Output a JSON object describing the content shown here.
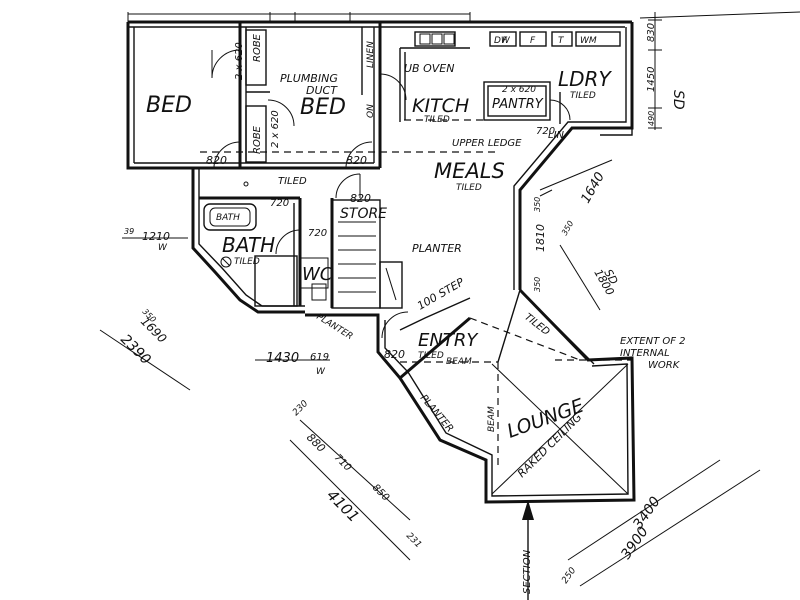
{
  "rooms": {
    "bed1": "BED",
    "bed2": "BED",
    "robe1": "ROBE",
    "robe2": "ROBE",
    "robe1_size": "2 x 620",
    "robe2_size": "2 x 620",
    "plumbing": "PLUMBING",
    "duct": "DUCT",
    "linen": "LINEN",
    "kitch": "KITCH",
    "kitch_floor": "TILED",
    "ub_oven": "UB OVEN",
    "pantry": "PANTRY",
    "pantry_size": "2 x 620",
    "ldry": "LDRY",
    "ldry_floor": "TILED",
    "lin": "LIN",
    "upper_ledge": "UPPER LEDGE",
    "meals": "MEALS",
    "meals_floor": "TILED",
    "hall_floor": "TILED",
    "bath": "BATH",
    "bath_floor": "TILED",
    "bath_tub": "BATH",
    "wc": "WC",
    "store": "STORE",
    "planter1": "PLANTER",
    "planter2": "PLANTER",
    "planter3": "PLANTER",
    "entry": "ENTRY",
    "entry_floor": "TILED",
    "beam": "BEAM",
    "beam2": "BEAM",
    "tiled_diag": "TILED",
    "lounge": "LOUNGE",
    "raked_ceiling": "RAKED CEILING",
    "extent_note": "EXTENT OF 2",
    "extent_note2": "INTERNAL",
    "extent_note3": "WORK",
    "section": "SECTION",
    "step": "100 STEP",
    "wm": "WM",
    "dw": "DW",
    "f1": "F",
    "f2": "F",
    "t": "T",
    "on": "ON"
  },
  "dims": {
    "d820a": "820",
    "d820b": "820",
    "d820c": "820",
    "d820d": "820",
    "d720a": "720",
    "d720b": "720",
    "d720c": "720",
    "d1210": "1210",
    "d39": "39",
    "w1": "W",
    "d1430": "1430",
    "d619": "619",
    "w2": "W",
    "d830": "830",
    "d1450": "1450",
    "d490": "490",
    "sd": "SD",
    "d1640": "1640",
    "d1810": "1810",
    "d350a": "350",
    "d350b": "350",
    "d350c": "350",
    "d1800": "1800",
    "sd2": "SD",
    "d1690": "1690",
    "d2390": "2390",
    "d230": "230",
    "d880": "880",
    "d710": "710",
    "d850": "850",
    "d350d": "350",
    "d4101": "4101",
    "d231": "231",
    "d3400": "3400",
    "d3900": "3900",
    "d250": "250"
  }
}
